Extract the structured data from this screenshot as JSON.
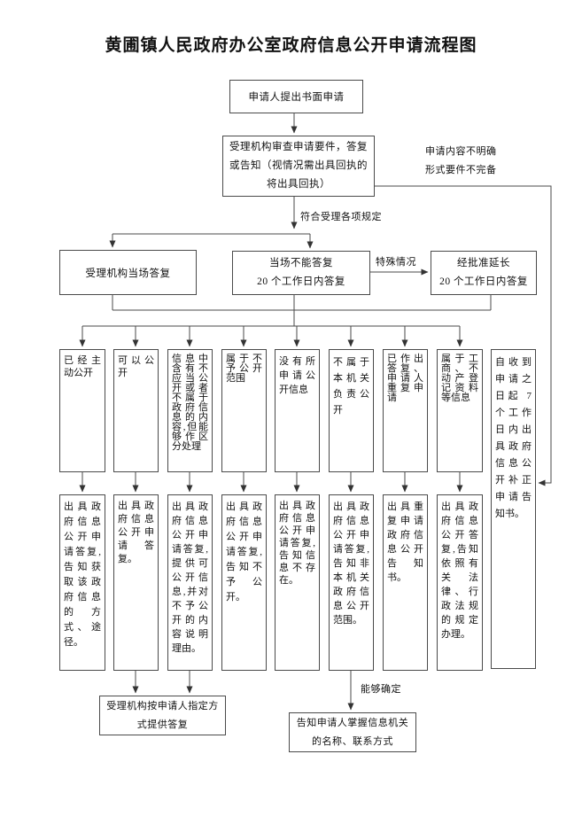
{
  "title": "黄圃镇人民政府办公室政府信息公开申请流程图",
  "nodes": {
    "apply": "申请人提出书面申请",
    "review": "受理机构审查申请要件，答复或告知（视情况需出具回执的将出具回执）",
    "reply_onsite": "受理机构当场答复",
    "reply_20days": {
      "line1": "当场不能答复",
      "line2": "20 个工作日内答复"
    },
    "extend": {
      "line1": "经批准延长",
      "line2": "20 个工作日内答复"
    },
    "supplement_notice": "自收到申请之日起 7 个工作日内出具政府信息公开补正申请告知书。",
    "provide_reply": "受理机构按申请人指定方式提供答复",
    "inform_agency": "告知申请人掌握信息机关的名称、联系方式"
  },
  "labels": {
    "unclear_line1": "申请内容不明确",
    "unclear_line2": "形式要件不完备",
    "meets_rules": "符合受理各项规定",
    "special_case": "特殊情况",
    "can_determine": "能够确定"
  },
  "conditions": [
    "已经主动公开",
    "可以公开",
    "信息中含有不应当公开或者不属于政府信息的内容,但能够作区分处理",
    "属于不予公开范围",
    "没有所申请公开信息",
    "不属于本机关负责公开",
    "已作出答复、申请人重复申请",
    "属于工商、不动产登记资料等信息"
  ],
  "outcomes": [
    "出具政府信息公开申请答复,告知获取该政府信息的方式、途径。",
    "出具政府信息公开申请答复。",
    "出具政府信息公开申请答复,提供可公开信息,并对不予公开的内容说明理由。",
    "出具政府信息公开申请答复,告知不予公开。",
    "出具政府信息公开申请答复,告知信息不存在。",
    "出具政府信息公开申请答复,告知非本机关政府信息公开范围。",
    "出具重复申请政府信息公开告知书。",
    "出具政府信息公开答复,告知依照有关法律、行政法规的规定办理。"
  ]
}
